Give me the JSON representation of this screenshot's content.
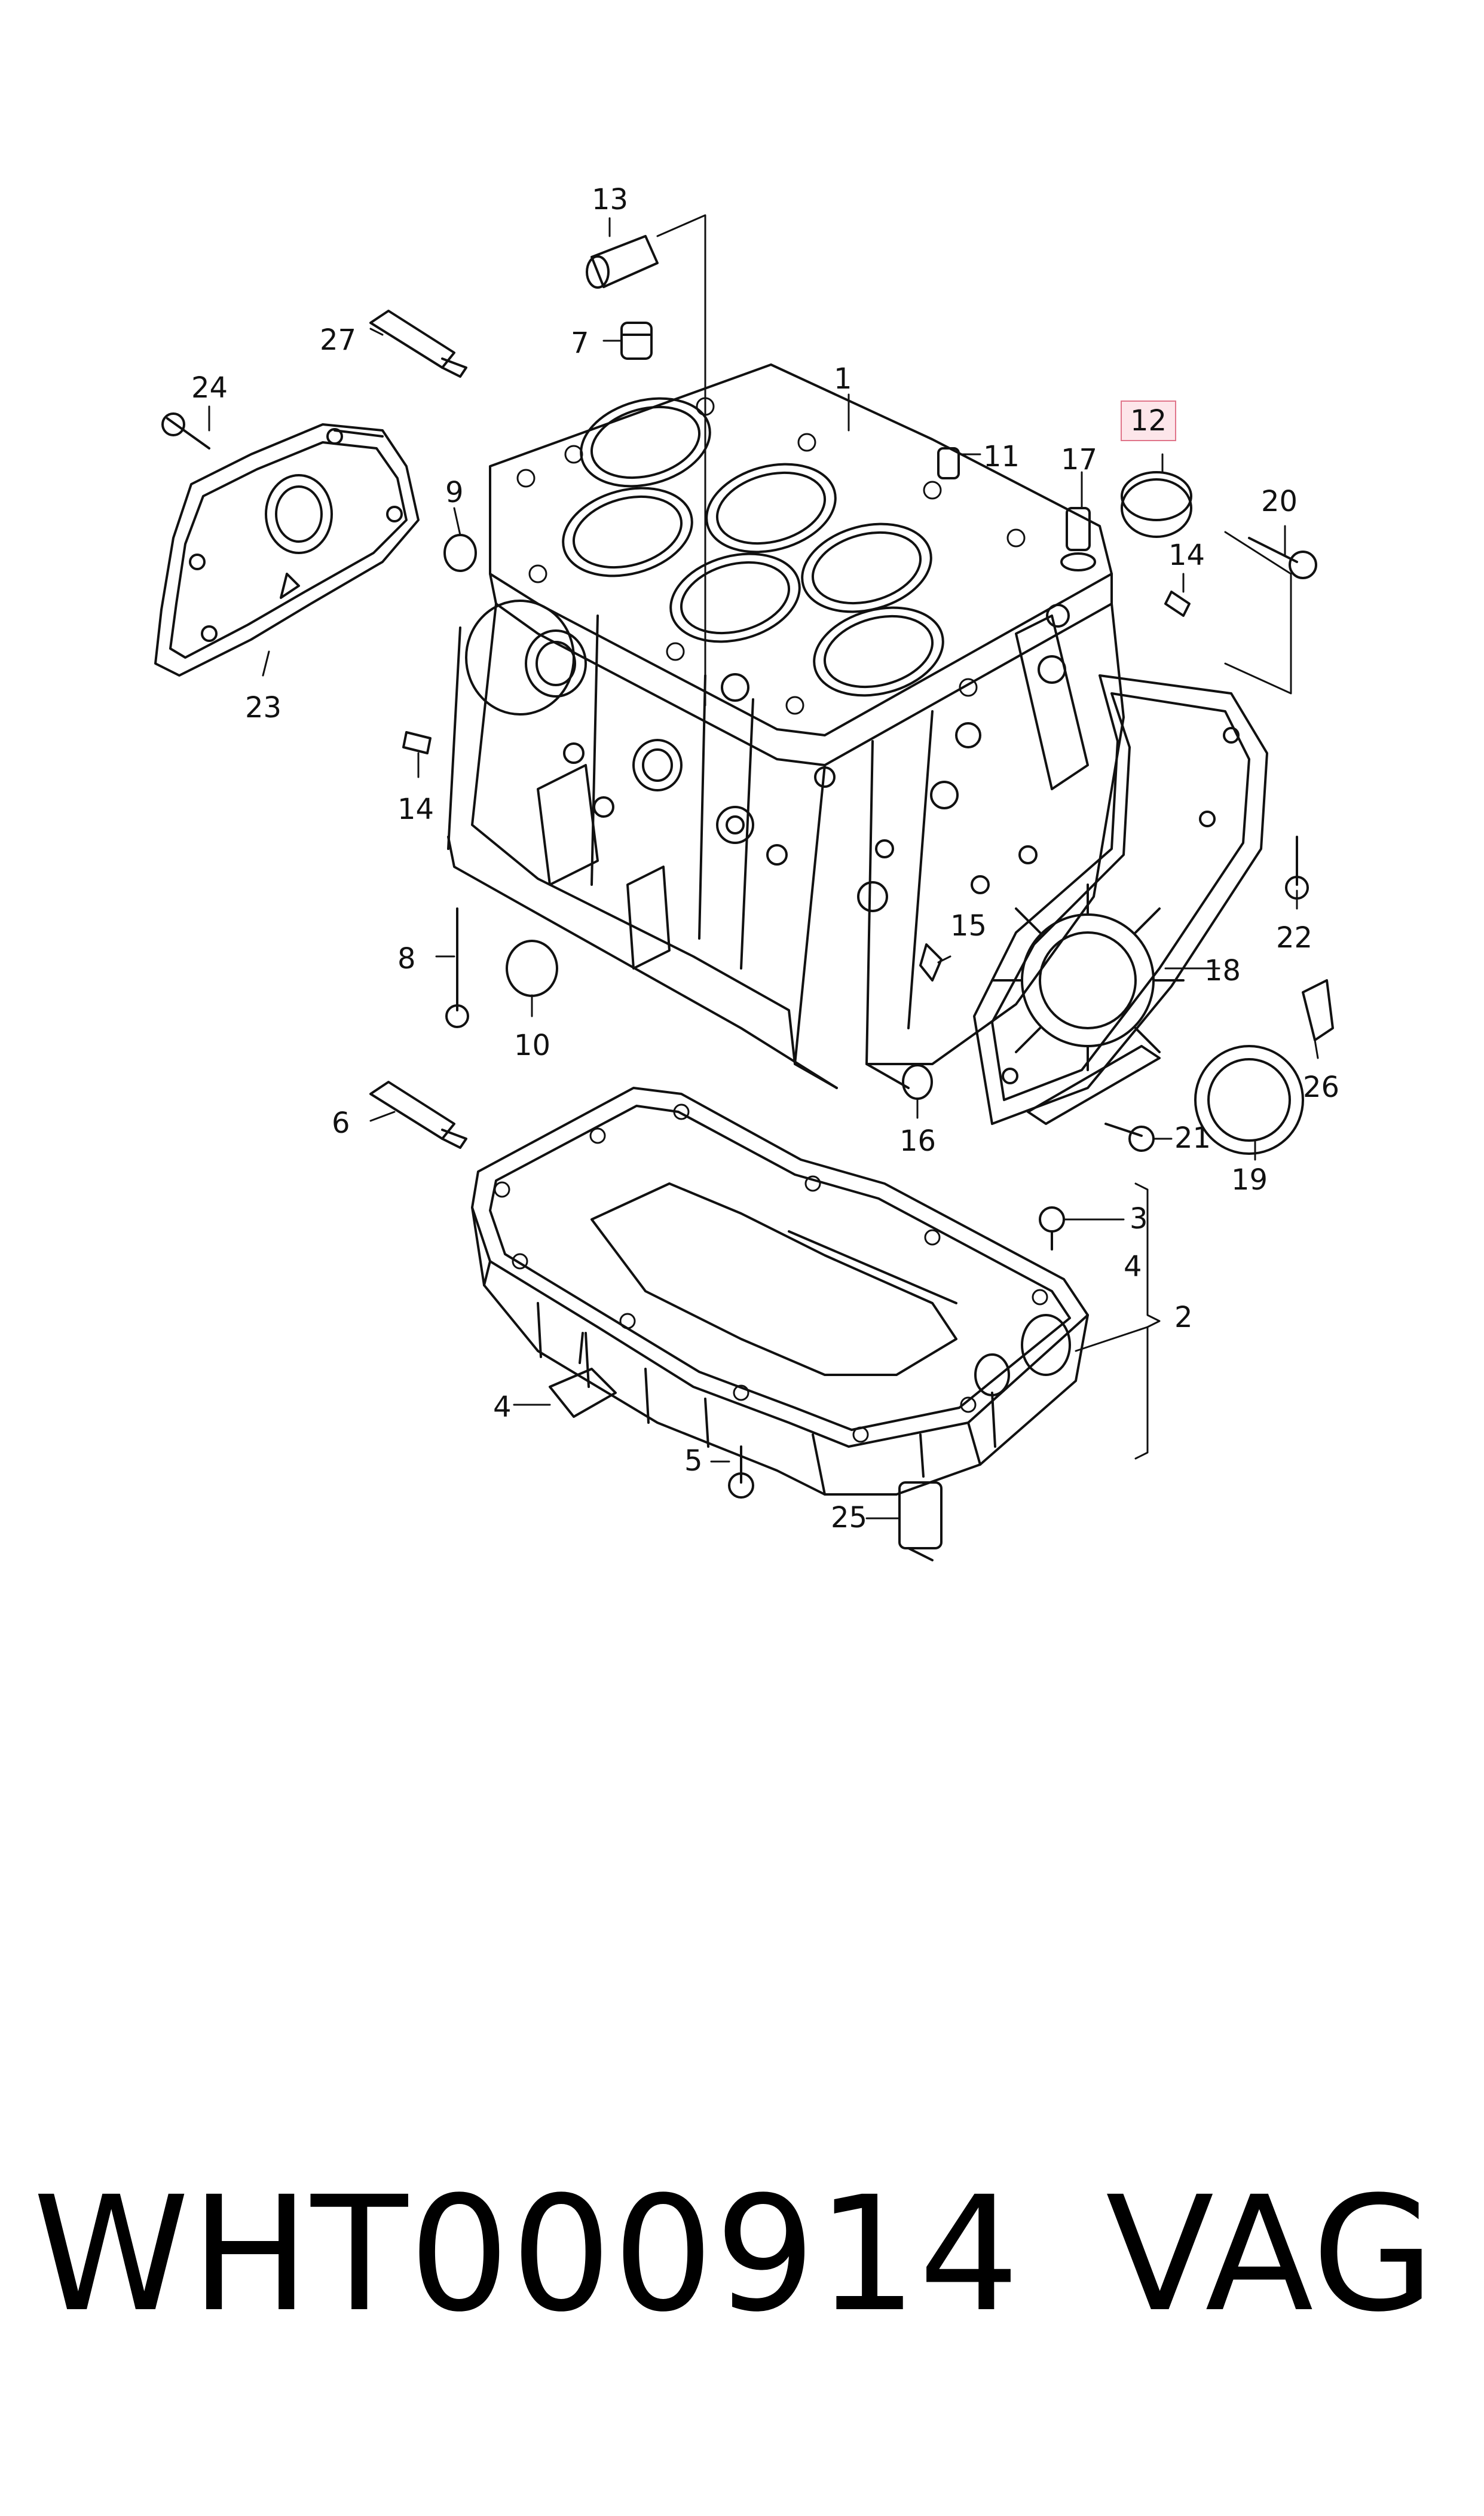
{
  "callouts": [
    "1",
    "2",
    "3",
    "4",
    "4",
    "5",
    "6",
    "7",
    "8",
    "9",
    "10",
    "11",
    "12",
    "13",
    "14",
    "14",
    "15",
    "16",
    "17",
    "18",
    "19",
    "20",
    "21",
    "22",
    "23",
    "24",
    "25",
    "26",
    "27"
  ],
  "highlighted_callout": "12",
  "footer": {
    "part_number": "WHT000914",
    "brand": "VAG"
  },
  "colors": {
    "line": "#111111",
    "highlight_border": "#e0758a",
    "highlight_fill": "#fde6ea",
    "background": "#ffffff"
  }
}
